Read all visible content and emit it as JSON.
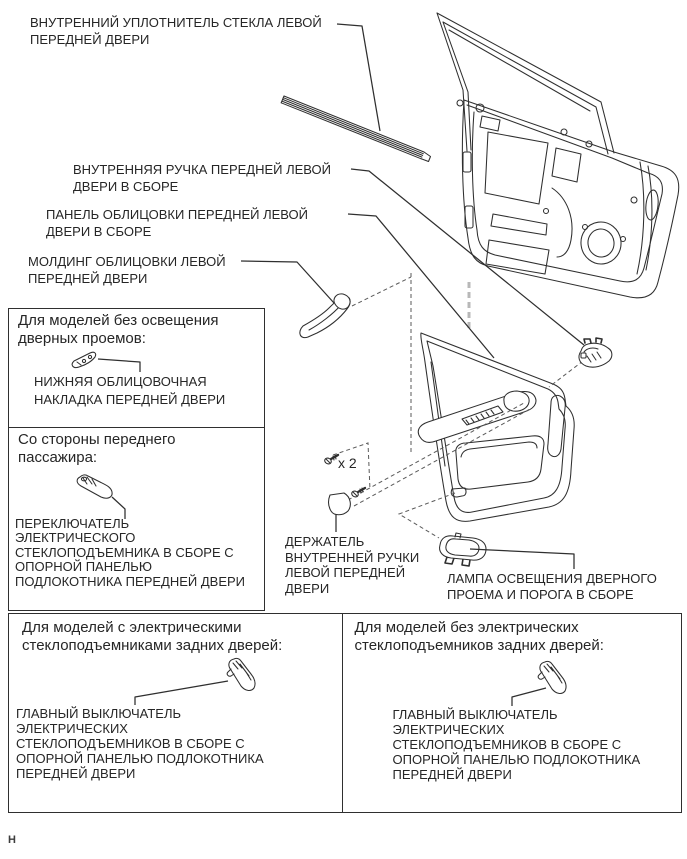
{
  "colors": {
    "line": "#2f2f2f",
    "text": "#262626",
    "dash": "#5a5a5a",
    "light_dash": "#b8b8b8",
    "background": "#ffffff",
    "border": "#2f2f2f"
  },
  "part_labels": {
    "weatherstrip": [
      "ВНУТРЕННИЙ УПЛОТНИТЕЛЬ СТЕКЛА ЛЕВОЙ",
      "ПЕРЕДНЕЙ ДВЕРИ"
    ],
    "inner_handle": [
      "ВНУТРЕННЯЯ РУЧКА ПЕРЕДНЕЙ ЛЕВОЙ",
      "ДВЕРИ В СБОРЕ"
    ],
    "trim_panel": [
      "ПАНЕЛЬ ОБЛИЦОВКИ ПЕРЕДНЕЙ ЛЕВОЙ",
      "ДВЕРИ В СБОРЕ"
    ],
    "molding": [
      "МОЛДИНГ ОБЛИЦОВКИ ЛЕВОЙ",
      "ПЕРЕДНЕЙ ДВЕРИ"
    ],
    "handle_holder": [
      "ДЕРЖАТЕЛЬ",
      "ВНУТРЕННЕЙ РУЧКИ",
      "ЛЕВОЙ ПЕРЕДНЕЙ",
      "ДВЕРИ"
    ],
    "courtesy_lamp": [
      "ЛАМПА ОСВЕЩЕНИЯ ДВЕРНОГО",
      "ПРОЕМА И ПОРОГА В СБОРЕ"
    ],
    "screw_count": "x 2"
  },
  "callout_boxes": [
    {
      "id": "no-door-lamp",
      "header_lines": [
        "Для моделей без освещения",
        "дверных проемов:"
      ],
      "part_lines": [
        "НИЖНЯЯ ОБЛИЦОВОЧНАЯ",
        "НАКЛАДКА ПЕРЕДНЕЙ ДВЕРИ"
      ]
    },
    {
      "id": "front-passenger-side",
      "header_lines": [
        "Со стороны переднего",
        "пассажира:"
      ],
      "part_lines": [
        "ПЕРЕКЛЮЧАТЕЛЬ",
        "ЭЛЕКТРИЧЕСКОГО",
        "СТЕКЛОПОДЪЕМНИКА В СБОРЕ С",
        "ОПОРНОЙ ПАНЕЛЬЮ",
        "ПОДЛОКОТНИКА ПЕРЕДНЕЙ ДВЕРИ"
      ]
    },
    {
      "id": "with-rear-power-windows",
      "header_lines": [
        "Для моделей с электрическими",
        "стеклоподъемниками задних дверей:"
      ],
      "part_lines": [
        "ГЛАВНЫЙ ВЫКЛЮЧАТЕЛЬ",
        "ЭЛЕКТРИЧЕСКИХ",
        "СТЕКЛОПОДЪЕМНИКОВ В СБОРЕ С",
        "ОПОРНОЙ ПАНЕЛЬЮ ПОДЛОКОТНИКА",
        "ПЕРЕДНЕЙ ДВЕРИ"
      ]
    },
    {
      "id": "without-rear-power-windows",
      "header_lines": [
        "Для моделей без электрических",
        "стеклоподъемников задних дверей:"
      ],
      "part_lines": [
        "ГЛАВНЫЙ ВЫКЛЮЧАТЕЛЬ",
        "ЭЛЕКТРИЧЕСКИХ",
        "СТЕКЛОПОДЪЕМНИКОВ В СБОРЕ С",
        "ОПОРНОЙ ПАНЕЛЬЮ ПОДЛОКОТНИКА",
        "ПЕРЕДНЕЙ ДВЕРИ"
      ]
    }
  ],
  "footer_mark": "Н"
}
